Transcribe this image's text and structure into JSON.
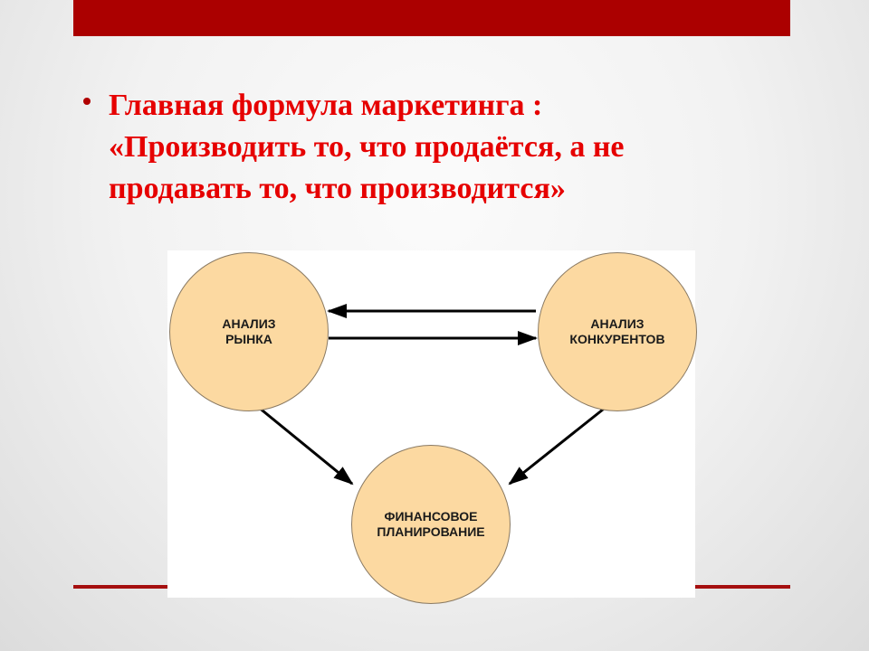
{
  "slide": {
    "top_bar_color": "#ab0000",
    "accent_line_color": "#a50f0f",
    "bullet": {
      "line1": "Главная формула маркетинга :",
      "line2": "«Производить то, что продаётся, а не",
      "line3": "продавать то, что производится»",
      "text_color": "#e60000"
    }
  },
  "diagram": {
    "nodes": [
      {
        "id": "market",
        "line1": "АНАЛИЗ",
        "line2": "РЫНКА"
      },
      {
        "id": "competitors",
        "line1": "АНАЛИЗ",
        "line2": "КОНКУРЕНТОВ"
      },
      {
        "id": "finance",
        "line1": "ФИНАНСОВОЕ",
        "line2": "ПЛАНИРОВАНИЕ"
      }
    ],
    "edges": [
      {
        "from": "competitors",
        "to": "market"
      },
      {
        "from": "market",
        "to": "competitors"
      },
      {
        "from": "market",
        "to": "finance"
      },
      {
        "from": "competitors",
        "to": "finance"
      }
    ],
    "node_fill": "#fcd9a1"
  }
}
